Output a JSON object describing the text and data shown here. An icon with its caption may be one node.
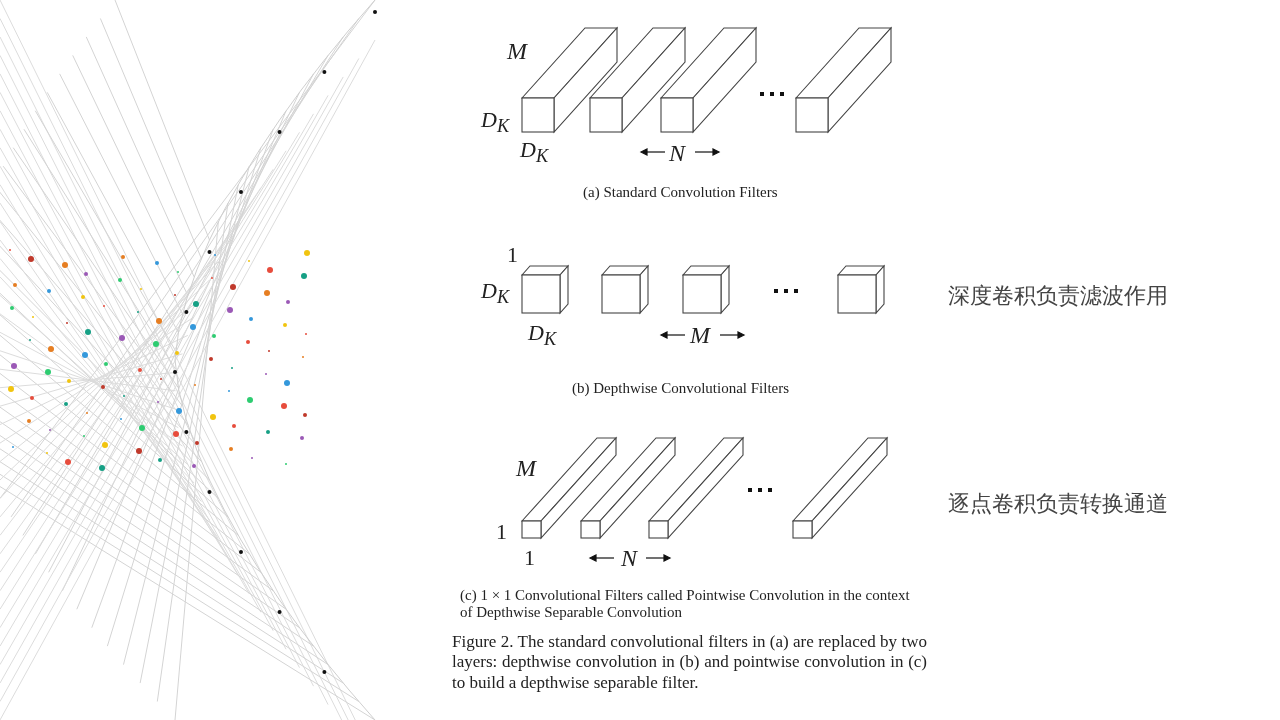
{
  "diagram": {
    "caption": "Figure 2. The standard convolutional filters in (a) are replaced by two layers: depthwise convolution in (b) and pointwise convolution in (c) to build a depthwise separable filter.",
    "labels": [
      "M",
      "D$_{K}$",
      "D$_{K}$",
      "N",
      "(a) Standard Convolution Filters",
      "1",
      "D$_{K}$",
      "D$_{K}$",
      "M",
      "深度卷积负责滤波作用",
      "(b) Depthwise Convolutional Filters",
      "M",
      "1",
      "1",
      "N",
      "逐点卷积负责转换通道",
      "(c) 1 × 1 Convolutional Filters called Pointwise Convolution in the context of Depthwise Separable Convolution"
    ]
  }
}
